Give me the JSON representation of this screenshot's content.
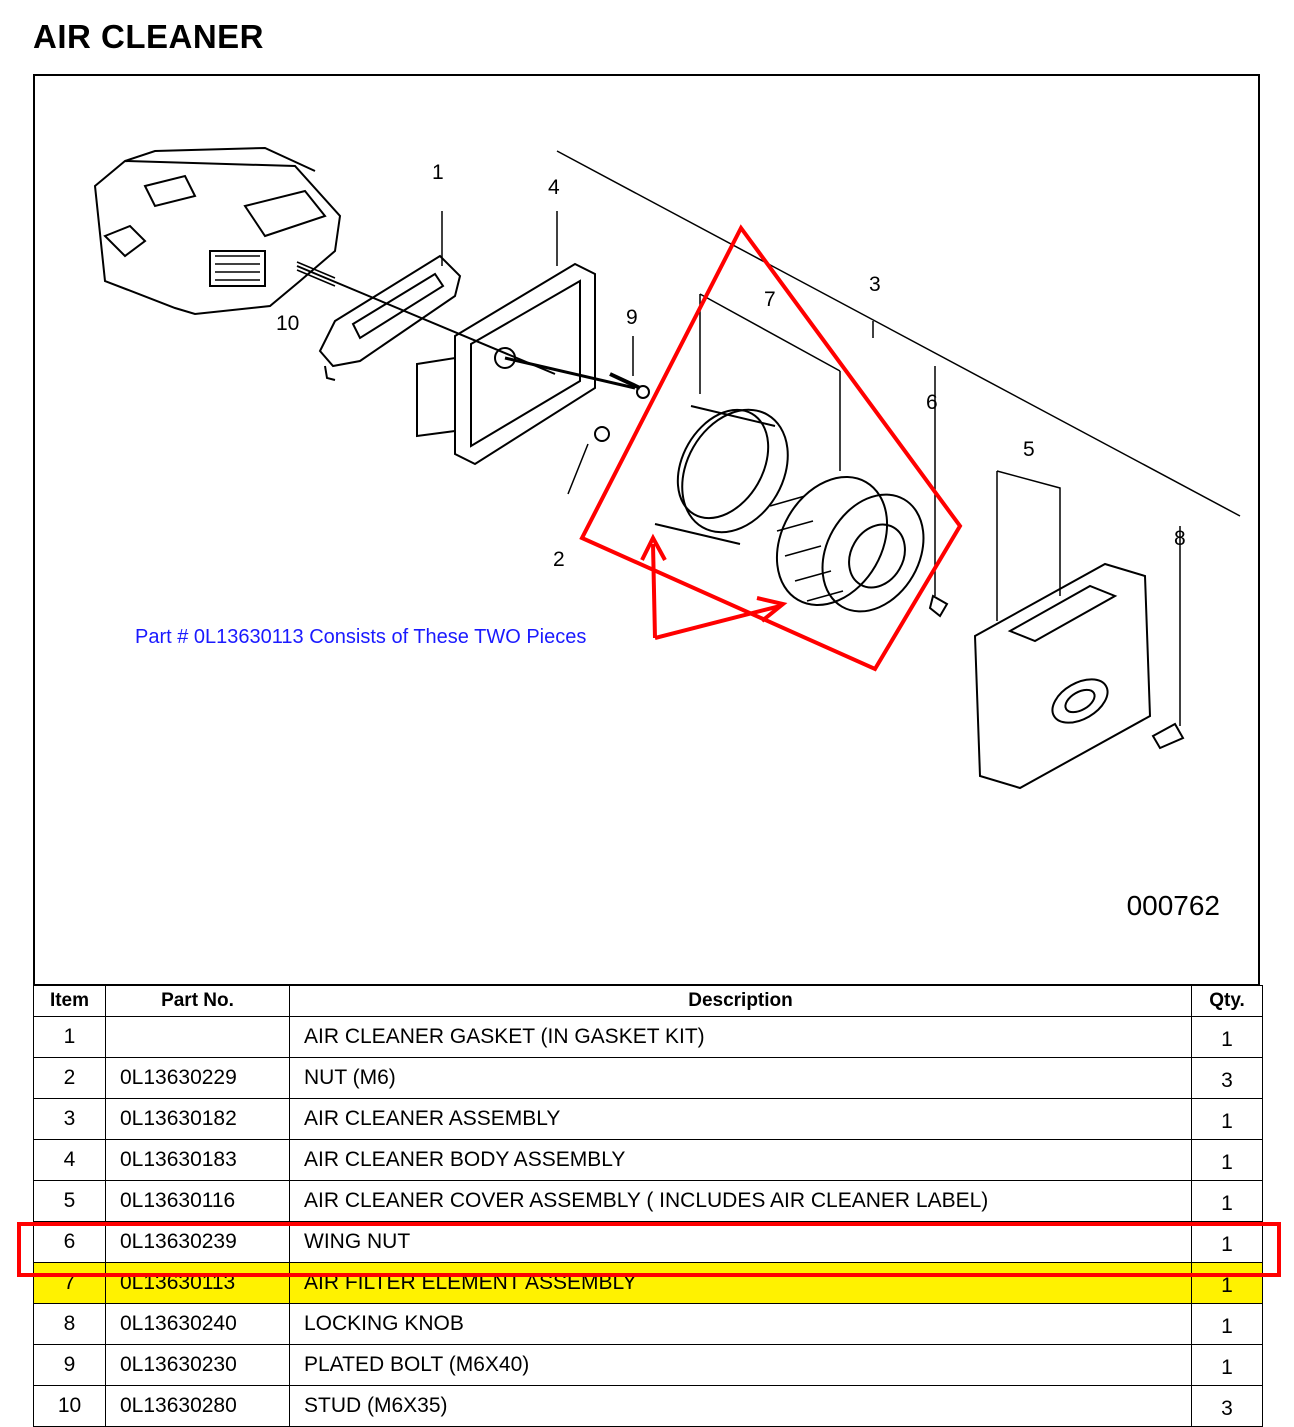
{
  "title": "AIR CLEANER",
  "diagram": {
    "callouts": [
      "1",
      "2",
      "3",
      "4",
      "5",
      "6",
      "7",
      "8",
      "9",
      "10"
    ],
    "annotation": "Part # 0L13630113 Consists of These TWO Pieces",
    "drawing_number": "000762",
    "colors": {
      "markup": "#ff0000",
      "annotation_text": "#1a1aff",
      "highlight": "#fff200"
    }
  },
  "table": {
    "headers": {
      "item": "Item",
      "part_no": "Part No.",
      "description": "Description",
      "qty": "Qty."
    },
    "rows": [
      {
        "item": "1",
        "part_no": "",
        "description": "AIR CLEANER GASKET (IN GASKET KIT)",
        "qty": "1"
      },
      {
        "item": "2",
        "part_no": "0L13630229",
        "description": "NUT (M6)",
        "qty": "3"
      },
      {
        "item": "3",
        "part_no": "0L13630182",
        "description": "AIR CLEANER ASSEMBLY",
        "qty": "1"
      },
      {
        "item": "4",
        "part_no": "0L13630183",
        "description": "AIR CLEANER BODY ASSEMBLY",
        "qty": "1"
      },
      {
        "item": "5",
        "part_no": "0L13630116",
        "description": "AIR CLEANER COVER ASSEMBLY ( INCLUDES AIR CLEANER LABEL)",
        "qty": "1"
      },
      {
        "item": "6",
        "part_no": "0L13630239",
        "description": "WING NUT",
        "qty": "1"
      },
      {
        "item": "7",
        "part_no": "0L13630113",
        "description": "AIR FILTER ELEMENT ASSEMBLY",
        "qty": "1"
      },
      {
        "item": "8",
        "part_no": "0L13630240",
        "description": "LOCKING KNOB",
        "qty": "1"
      },
      {
        "item": "9",
        "part_no": "0L13630230",
        "description": "PLATED BOLT (M6X40)",
        "qty": "1"
      },
      {
        "item": "10",
        "part_no": "0L13630280",
        "description": "STUD (M6X35)",
        "qty": "3"
      }
    ],
    "highlighted_item": "7"
  }
}
